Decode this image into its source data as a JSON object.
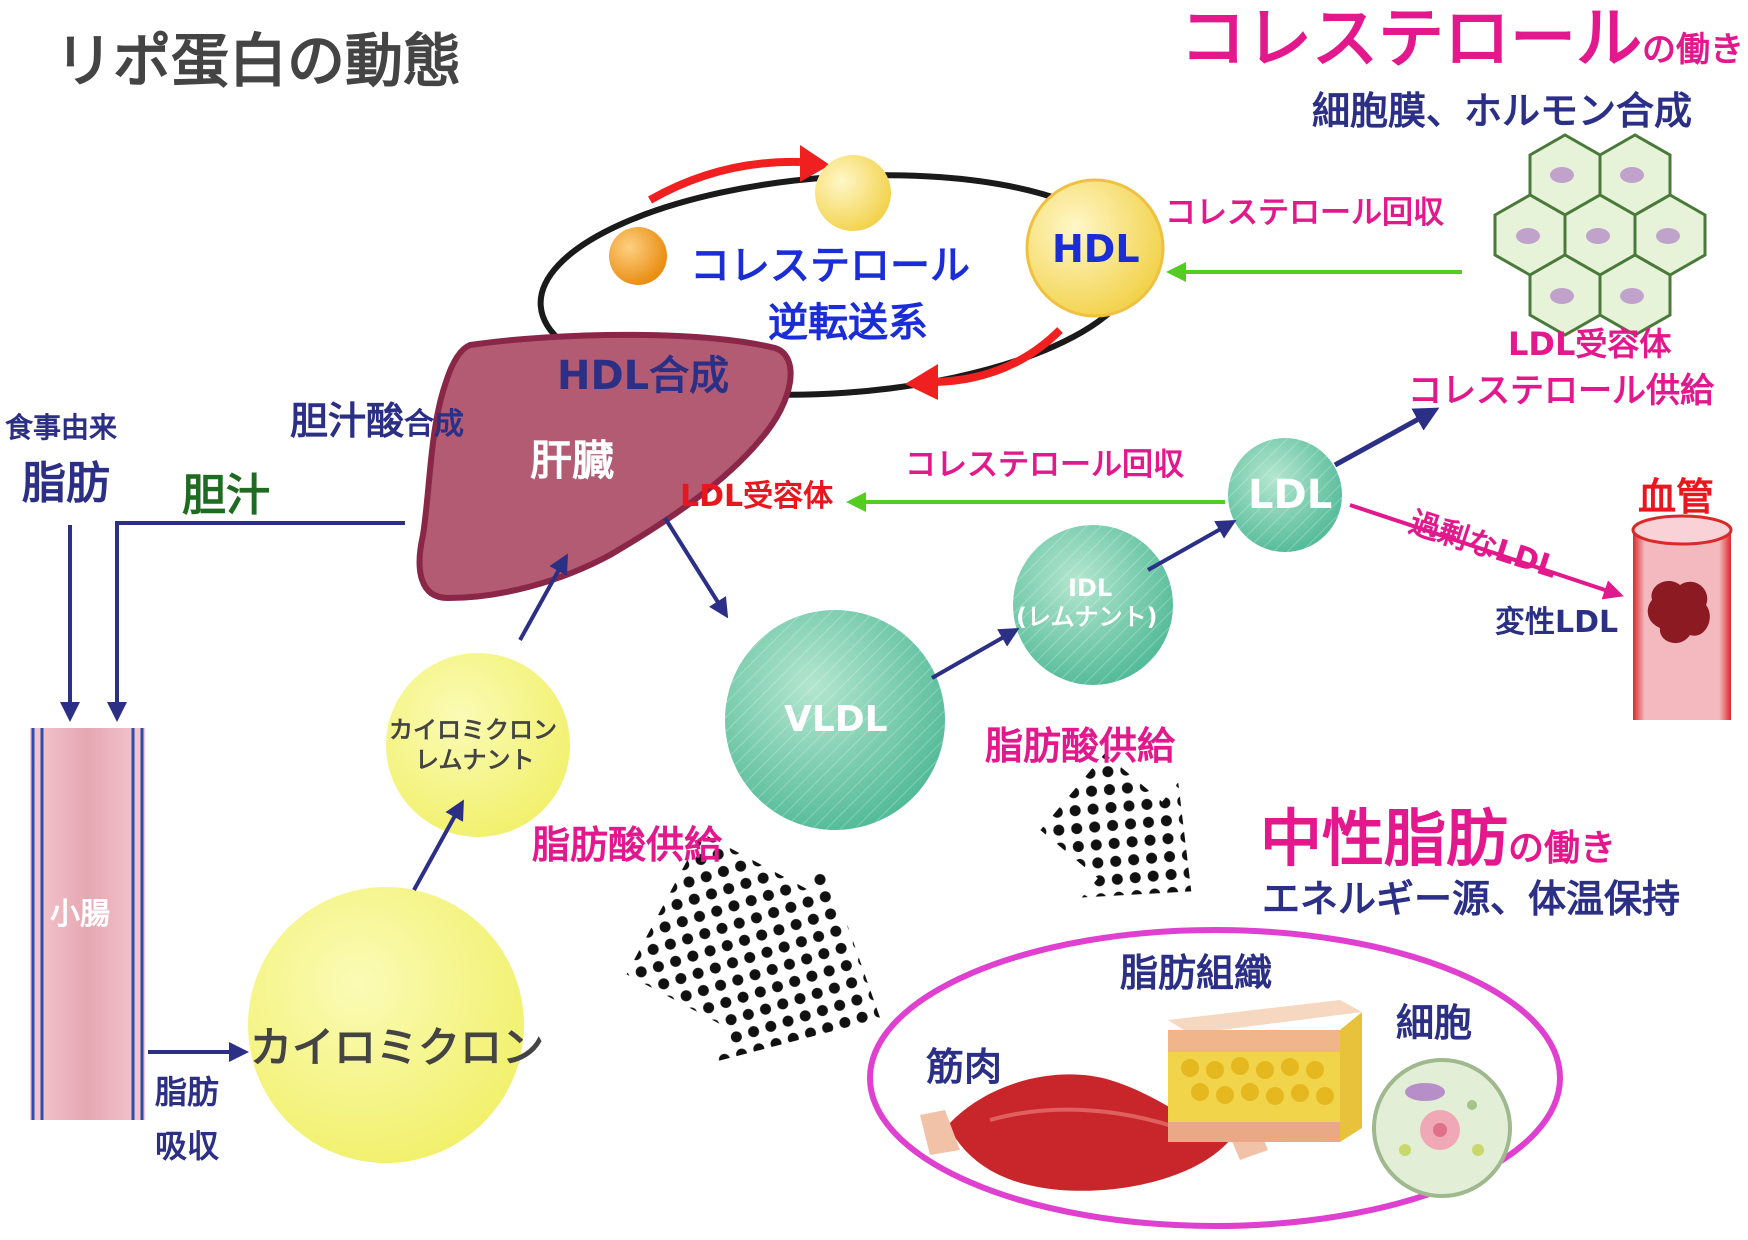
{
  "title": "リポ蛋白の動態",
  "cholesterol_box": {
    "heading_main": "コレステロール",
    "heading_suffix": "の働き",
    "roles": "細胞膜、ホルモン合成",
    "recovery_label": "コレステロール回収",
    "ldl_receptor": "LDL受容体",
    "supply": "コレステロール供給"
  },
  "reverse_transport": {
    "line1": "コレステロール",
    "line2": "逆転送系"
  },
  "hdl": {
    "label": "HDL",
    "synthesis": "HDL合成"
  },
  "liver": {
    "label": "肝臓",
    "bile_acid_prefix": "胆汁酸",
    "bile_acid_suffix": "合成",
    "ldl_receptor": "LDL受容体"
  },
  "ldl": {
    "label": "LDL",
    "recovery": "コレステロール回収",
    "excess": "過剰なLDL"
  },
  "vessel": {
    "label": "血管",
    "oxidized_ldl": "変性LDL"
  },
  "idl": {
    "line1": "IDL",
    "line2": "(レムナント)"
  },
  "vldl": {
    "label": "VLDL",
    "fatty_acid_supply": "脂肪酸供給"
  },
  "dietary_fat": {
    "line1": "食事由来",
    "line2": "脂肪"
  },
  "bile": "胆汁",
  "small_intestine": "小腸",
  "absorption": {
    "line1": "脂肪",
    "line2": "吸収"
  },
  "chylomicron": {
    "label": "カイロミクロン",
    "fatty_acid_supply": "脂肪酸供給"
  },
  "chylomicron_remnant": {
    "line1": "カイロミクロン",
    "line2": "レムナント"
  },
  "triglyceride_box": {
    "heading_main": "中性脂肪",
    "heading_suffix": "の働き",
    "roles": "エネルギー源、体温保持"
  },
  "tissues": {
    "adipose": "脂肪組織",
    "muscle": "筋肉",
    "cell": "細胞"
  }
}
